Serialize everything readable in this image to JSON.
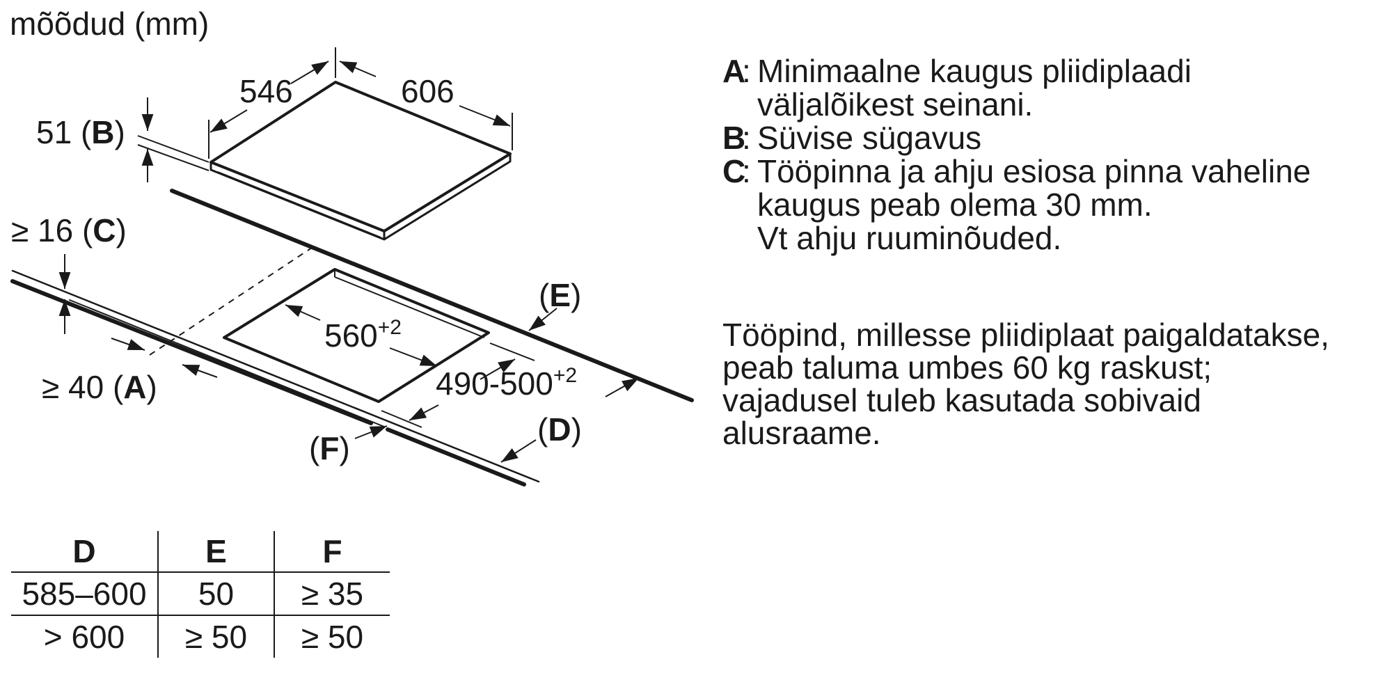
{
  "unit_label": "mõõdud (mm)",
  "dimensions": {
    "hob_depth": "546",
    "hob_width": "606",
    "sink_depth_value": "51 (",
    "sink_depth_key": "B",
    "sink_depth_close": ")",
    "worktop_gap_value": "≥ 16 (",
    "worktop_gap_key": "C",
    "worktop_gap_close": ")",
    "wall_distance_value": "≥ 40 (",
    "wall_distance_key": "A",
    "wall_distance_close": ")",
    "cutout_width": "560",
    "cutout_width_tolerance": "+2",
    "cutout_depth": "490-500",
    "cutout_depth_tolerance": "+2",
    "label_e_open": "(",
    "label_e_key": "E",
    "label_e_close": ")",
    "label_d_open": "(",
    "label_d_key": "D",
    "label_d_close": ")",
    "label_f_open": "(",
    "label_f_key": "F",
    "label_f_close": ")"
  },
  "legend": [
    {
      "key": "A",
      "lines": [
        "Minimaalne kaugus pliidiplaadi",
        "väljalõikest seinani."
      ]
    },
    {
      "key": "B",
      "lines": [
        "Süvise sügavus"
      ]
    },
    {
      "key": "C",
      "lines": [
        "Tööpinna ja ahju esiosa pinna vaheline",
        "kaugus peab olema 30 mm.",
        "Vt ahju ruuminõuded."
      ]
    }
  ],
  "note_lines": [
    "Tööpind, millesse pliidiplaat paigaldatakse,",
    "peab taluma umbes 60 kg raskust;",
    "vajadusel tuleb kasutada sobivaid",
    "alusraame."
  ],
  "table": {
    "headers": [
      "D",
      "E",
      "F"
    ],
    "rows": [
      [
        "585–600",
        "50",
        "≥ 35"
      ],
      [
        "> 600",
        "≥ 50",
        "≥ 50"
      ]
    ]
  }
}
